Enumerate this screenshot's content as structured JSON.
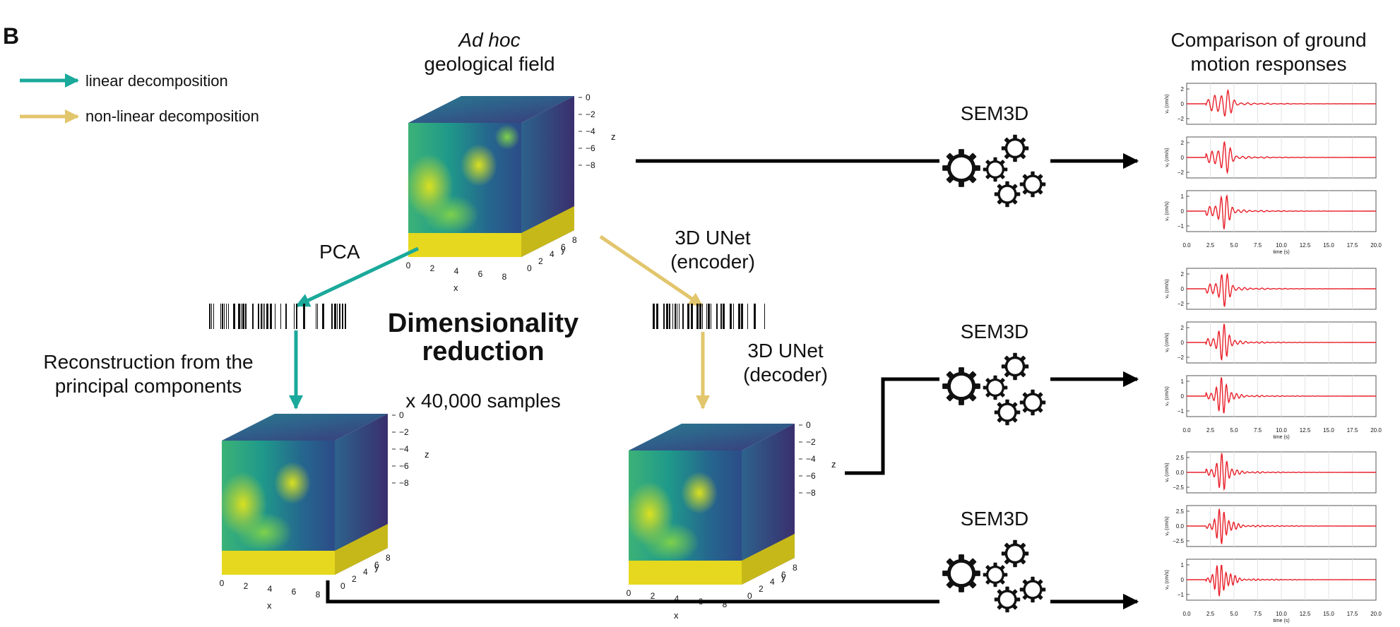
{
  "panel_label": "B",
  "legend": {
    "linear": "linear decomposition",
    "nonlinear": "non-linear decomposition",
    "colors": {
      "linear": "#1aa99a",
      "nonlinear": "#e2c66d"
    }
  },
  "top_field": {
    "title_italic": "Ad hoc",
    "title_rest": "geological field"
  },
  "labels": {
    "pca": "PCA",
    "encoder_line1": "3D UNet",
    "encoder_line2": "(encoder)",
    "decoder_line1": "3D UNet",
    "decoder_line2": "(decoder)",
    "reconstruction_line1": "Reconstruction from the",
    "reconstruction_line2": "principal components",
    "center_line1": "Dimensionality",
    "center_line2": "reduction",
    "samples": "x 40,000 samples"
  },
  "solver": {
    "label": "SEM3D"
  },
  "comparison": {
    "title_line1": "Comparison of ground",
    "title_line2": "motion responses"
  },
  "cube_axes": {
    "x_label": "x",
    "y_label": "y",
    "z_label": "z",
    "x_ticks": [
      "0",
      "2",
      "4",
      "6",
      "8"
    ],
    "y_ticks": [
      "0",
      "2",
      "4",
      "6",
      "8"
    ],
    "z_ticks": [
      "0",
      "−2",
      "−4",
      "−6",
      "−8"
    ]
  },
  "plots": {
    "time_label": "time (s)",
    "x_ticks": [
      "0.0",
      "2.5",
      "5.0",
      "7.5",
      "10.0",
      "12.5",
      "15.0",
      "17.5",
      "20.0"
    ],
    "line_color": "#e8202a",
    "groups": [
      {
        "ylabels": [
          "vₓ (cm/s)",
          "vᵧ (cm/s)",
          "v₂ (cm/s)"
        ],
        "yticks": [
          [
            "2",
            "0",
            "−2"
          ],
          [
            "2",
            "0",
            "−2"
          ],
          [
            "1",
            "0",
            "−1"
          ]
        ]
      },
      {
        "ylabels": [
          "vₓ (cm/s)",
          "vᵧ (cm/s)",
          "v₂ (cm/s)"
        ],
        "yticks": [
          [
            "2",
            "0",
            "−2"
          ],
          [
            "2",
            "0",
            "−2"
          ],
          [
            "1",
            "0",
            "−1"
          ]
        ]
      },
      {
        "ylabels": [
          "vₓ (cm/s)",
          "vᵧ (cm/s)",
          "v₂ (cm/s)"
        ],
        "yticks": [
          [
            "2.5",
            "0.0",
            "−2.5"
          ],
          [
            "2.5",
            "0.0",
            "−2.5"
          ],
          [
            "1",
            "0",
            "−1"
          ]
        ]
      }
    ]
  }
}
